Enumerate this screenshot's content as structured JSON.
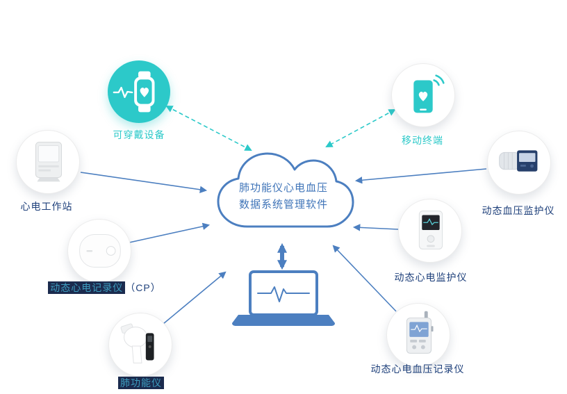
{
  "cloud": {
    "line1": "肺功能仪心电血压",
    "line2": "数据系统管理软件"
  },
  "nodes": {
    "wearable": {
      "label": "可穿戴设备"
    },
    "mobile": {
      "label": "移动终端"
    },
    "ecg_workstation": {
      "label": "心电工作站"
    },
    "holter_recorder_cp": {
      "label_main": "动态心电记录仪",
      "label_suffix": "（CP）"
    },
    "spirometer": {
      "label": "肺功能仪"
    },
    "abp_monitor": {
      "label": "动态血压监护仪"
    },
    "holter_monitor": {
      "label": "动态心电监护仪"
    },
    "ecg_bp_recorder": {
      "label": "动态心电血压记录仪"
    }
  },
  "icons": {
    "wearable": "smartwatch-heart-icon",
    "mobile": "smartphone-heart-signal-icon",
    "laptop": "laptop-ecg-icon",
    "cloud": "cloud-shape"
  },
  "colors": {
    "teal": "#2cc9c9",
    "blue": "#4c7fc0",
    "navy_text": "#1d3f7a",
    "highlight_bg": "#1b2b4e",
    "highlight_text": "#3e9dbf"
  }
}
